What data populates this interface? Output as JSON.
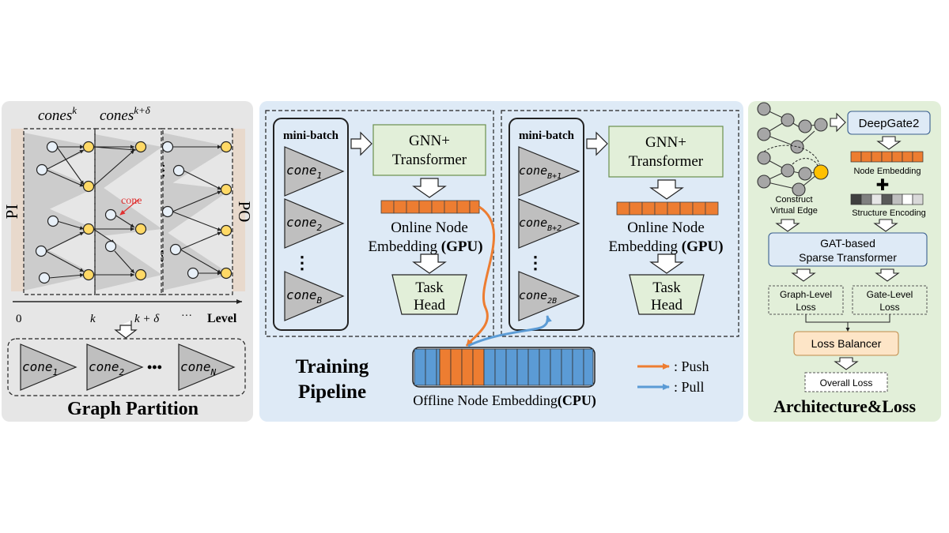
{
  "graph_partition": {
    "title": "Graph Partition",
    "cones_k": "cones",
    "cones_k_sup": "k",
    "cones_kd": "cones",
    "cones_kd_sup": "k+δ",
    "pi_label": "PI",
    "po_label": "PO",
    "cone_label": "cone",
    "axis_0": "0",
    "axis_k": "k",
    "axis_kd": "k + δ",
    "axis_dots": "···",
    "axis_level": "Level",
    "vdots": "⋮",
    "cone_1": "cone",
    "cone_1_sub": "1",
    "cone_2": "cone",
    "cone_2_sub": "2",
    "cone_dots": "•••",
    "cone_n": "cone",
    "cone_n_sub": "N"
  },
  "training_pipeline": {
    "title_line1": "Training",
    "title_line2": "Pipeline",
    "batch1": {
      "mini_batch": "mini-batch",
      "cone_a": "cone",
      "cone_a_sub": "1",
      "cone_b": "cone",
      "cone_b_sub": "2",
      "cone_c": "cone",
      "cone_c_sub": "B",
      "gnn_line1": "GNN+",
      "gnn_line2": "Transformer",
      "online_line1": "Online Node",
      "online_line2": "Embedding ",
      "online_gpu": "(GPU)",
      "task_line1": "Task",
      "task_line2": "Head"
    },
    "batch2": {
      "mini_batch": "mini-batch",
      "cone_a": "cone",
      "cone_a_sub": "B+1",
      "cone_b": "cone",
      "cone_b_sub": "B+2",
      "cone_c": "cone",
      "cone_c_sub": "2B",
      "gnn_line1": "GNN+",
      "gnn_line2": "Transformer",
      "online_line1": "Online Node",
      "online_line2": "Embedding ",
      "online_gpu": "(GPU)",
      "task_line1": "Task",
      "task_line2": "Head"
    },
    "offline_label": "Offline Node Embedding",
    "offline_cpu": "(CPU)",
    "legend_push": ": Push",
    "legend_pull": ": Pull",
    "dots": "⋮"
  },
  "architecture": {
    "title": "Architecture&Loss",
    "deepgate": "DeepGate2",
    "node_embedding": "Node Embedding",
    "construct_line1": "Construct",
    "construct_line2": "Virtual Edge",
    "plus": "✚",
    "structure_encoding": "Structure Encoding",
    "gat_line1": "GAT-based",
    "gat_line2": "Sparse Transformer",
    "graph_loss_line1": "Graph-Level",
    "graph_loss_line2": "Loss",
    "gate_loss_line1": "Gate-Level",
    "gate_loss_line2": "Loss",
    "loss_balancer": "Loss Balancer",
    "overall_loss": "Overall Loss"
  },
  "colors": {
    "panel_gray": "#e6e6e6",
    "panel_blue": "#deeaf6",
    "panel_green": "#e2efd9",
    "box_green": "#e2efd9",
    "box_blue": "#deeaf6",
    "orange": "#ed7d31",
    "blue": "#5b9bd5",
    "yellow_node": "#ffd966",
    "balancer": "#fde5c7"
  }
}
